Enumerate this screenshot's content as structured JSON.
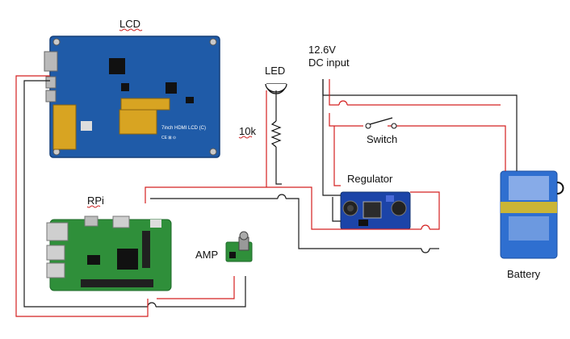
{
  "labels": {
    "lcd": "LCD",
    "led": "LED",
    "dc_input_line1": "12.6V",
    "dc_input_line2": "DC input",
    "resistor": "10k",
    "switch": "Switch",
    "regulator": "Regulator",
    "rpi": "RPi",
    "amp": "AMP",
    "battery": "Battery"
  },
  "lcd_board": {
    "silkscreen_model": "7inch HDMI LCD (C)"
  },
  "colors": {
    "wire_red": "#d42020",
    "wire_black": "#1a1a1a",
    "lcd_pcb": "#1f5ba8",
    "rpi_pcb": "#2f8f3a",
    "regulator_pcb": "#1c44a8",
    "battery_body": "#2f6fd0",
    "battery_band": "#e6c21a"
  }
}
